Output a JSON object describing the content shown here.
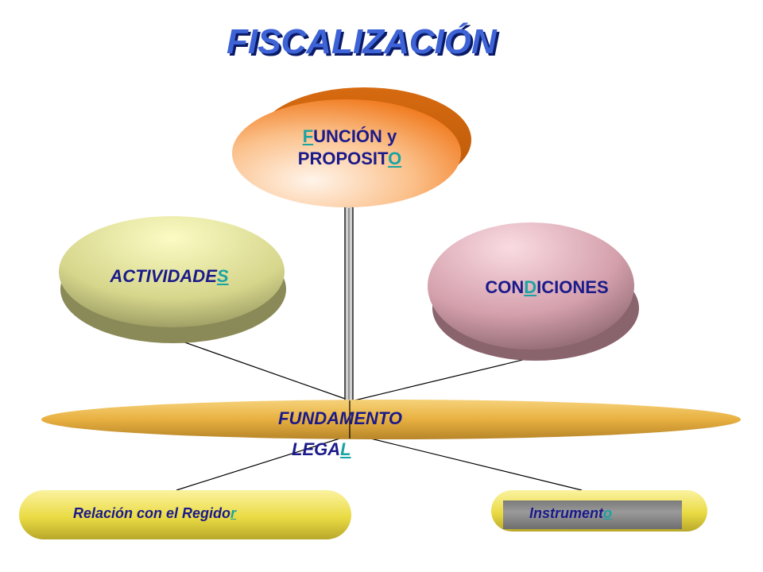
{
  "title": "FISCALIZACIÓN",
  "nodes": {
    "funcion": {
      "line1_first": "F",
      "line1_rest": "UNCIÓN y",
      "line2_main": "PROPOSIT",
      "line2_last": "O"
    },
    "actividades": {
      "main": "ACTIVIDADE",
      "last": "S"
    },
    "condiciones": {
      "pre": "CON",
      "mid": "D",
      "post": "ICIONES"
    },
    "fundamento": {
      "line1": "FUNDAMENTO",
      "line2_main": "LEGA",
      "line2_last": "L"
    },
    "relacion": {
      "main": "Relación con el Regido",
      "last": "r"
    },
    "instrumento": {
      "main": "Instrument",
      "last": "o"
    }
  },
  "colors": {
    "title": "#3d63d6",
    "text": "#1a1a8a",
    "link_letter": "#1aa3a3",
    "funcion_fill": "#f28a2e",
    "actividades_fill": "#c8c878",
    "condiciones_fill": "#c88a9a",
    "fundamento_fill": "#e6b84a",
    "pill_fill": "#e6d64a"
  }
}
